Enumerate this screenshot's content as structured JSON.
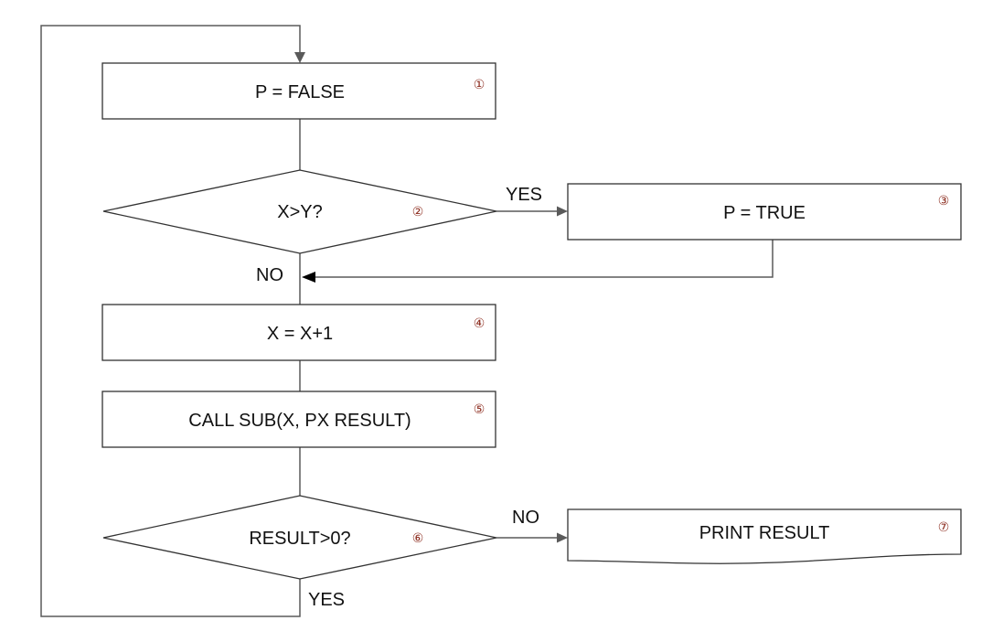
{
  "flowchart": {
    "nodes": {
      "p_false": {
        "label": "P = FALSE",
        "step": "①"
      },
      "x_gt_y": {
        "label": "X>Y?",
        "step": "②"
      },
      "p_true": {
        "label": "P = TRUE",
        "step": "③"
      },
      "x_inc": {
        "label": "X = X+1",
        "step": "④"
      },
      "call_sub": {
        "label": "CALL SUB(X, PX RESULT)",
        "step": "⑤"
      },
      "result_gt_0": {
        "label": "RESULT>0?",
        "step": "⑥"
      },
      "print_result": {
        "label": "PRINT RESULT",
        "step": "⑦"
      }
    },
    "edge_labels": {
      "x_gt_y_yes": "YES",
      "x_gt_y_no": "NO",
      "result_no": "NO",
      "result_yes": "YES"
    }
  }
}
